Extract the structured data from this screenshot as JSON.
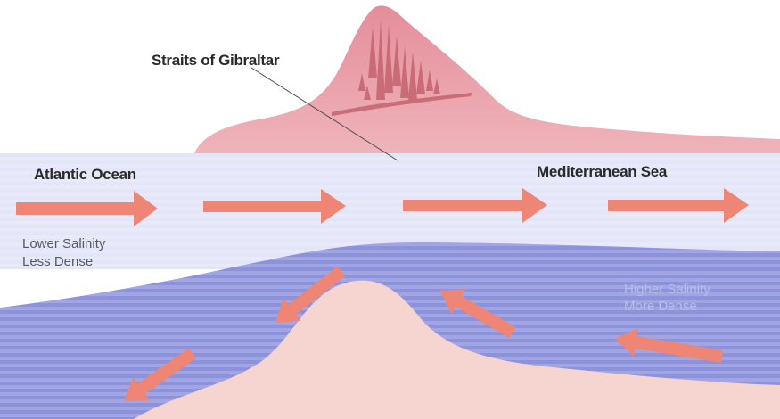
{
  "labels": {
    "strait": "Straits of Gibraltar",
    "atlantic": "Atlantic Ocean",
    "mediterranean": "Mediterranean Sea",
    "lower_salinity": "Lower Salinity",
    "less_dense": "Less Dense",
    "higher_salinity": "Higher Salinity",
    "more_dense": "More Dense"
  },
  "colors": {
    "land": "#e9a5ad",
    "surface_water": "#e3e5f8",
    "deep_water": "#8c92dc",
    "seabed": "#f6d4d0",
    "arrow": "#ee8575"
  }
}
